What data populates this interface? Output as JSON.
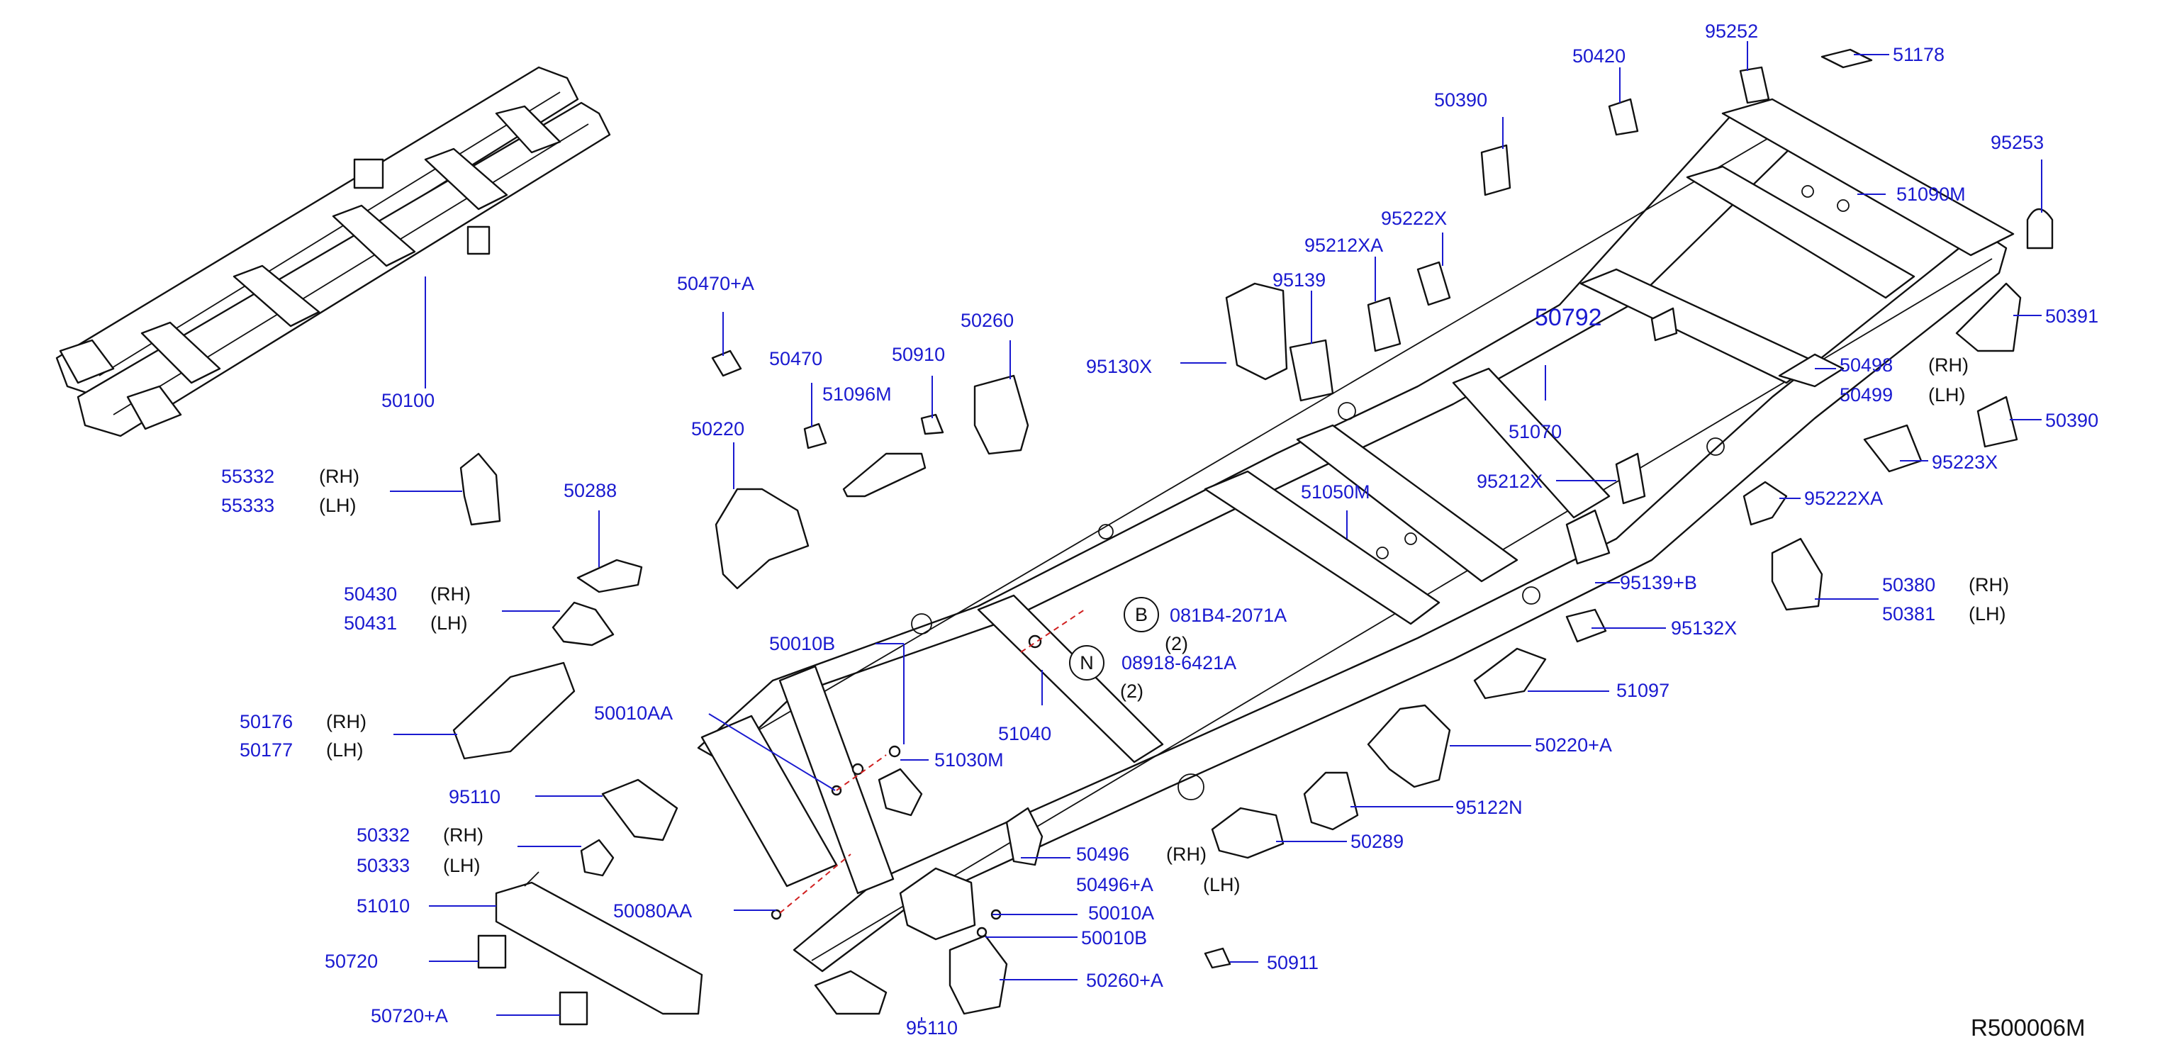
{
  "diagram_ref": "R500006M",
  "callouts": {
    "B": {
      "symbol": "B",
      "part": "081B4-2071A",
      "qty": "(2)"
    },
    "N": {
      "symbol": "N",
      "part": "08918-6421A",
      "qty": "(2)"
    }
  },
  "labels": {
    "p50100": "50100",
    "p55332": "55332",
    "p55332_side": "(RH)",
    "p55333": "55333",
    "p55333_side": "(LH)",
    "p50288": "50288",
    "p50430": "50430",
    "p50430_side": "(RH)",
    "p50431": "50431",
    "p50431_side": "(LH)",
    "p50176": "50176",
    "p50176_side": "(RH)",
    "p50177": "50177",
    "p50177_side": "(LH)",
    "p95110a": "95110",
    "p50332": "50332",
    "p50332_side": "(RH)",
    "p50333": "50333",
    "p50333_side": "(LH)",
    "p51010": "51010",
    "p50720": "50720",
    "p50720A": "50720+A",
    "p50470A": "50470+A",
    "p50470": "50470",
    "p51096M": "51096M",
    "p50910": "50910",
    "p50260": "50260",
    "p50220": "50220",
    "p50010B_top": "50010B",
    "p50010AA": "50010AA",
    "p51030M": "51030M",
    "p51040": "51040",
    "p50080AA": "50080AA",
    "p95110b": "95110",
    "p50496": "50496",
    "p50496_side": "(RH)",
    "p50496A": "50496+A",
    "p50496A_side": "(LH)",
    "p50010A": "50010A",
    "p50010B": "50010B",
    "p50260A": "50260+A",
    "p50911": "50911",
    "p95130X": "95130X",
    "p95139": "95139",
    "p95212XA": "95212XA",
    "p95222X": "95222X",
    "p50390a": "50390",
    "p50420": "50420",
    "p95252": "95252",
    "p51178": "51178",
    "p95253": "95253",
    "p51090M": "51090M",
    "p50792": "50792",
    "p50391": "50391",
    "p51070": "51070",
    "p50498": "50498",
    "p50498_side": "(RH)",
    "p50499": "50499",
    "p50499_side": "(LH)",
    "p50390b": "50390",
    "p95223X": "95223X",
    "p95212X": "95212X",
    "p51050M": "51050M",
    "p95222XA": "95222XA",
    "p95139B": "95139+B",
    "p50380": "50380",
    "p50380_side": "(RH)",
    "p50381": "50381",
    "p50381_side": "(LH)",
    "p95132X": "95132X",
    "p51097": "51097",
    "p50220A": "50220+A",
    "p95122N": "95122N",
    "p50289": "50289"
  },
  "colors": {
    "label": "#1a1ad0",
    "line": "#111111",
    "dash": "#d02020",
    "background": "#ffffff"
  }
}
